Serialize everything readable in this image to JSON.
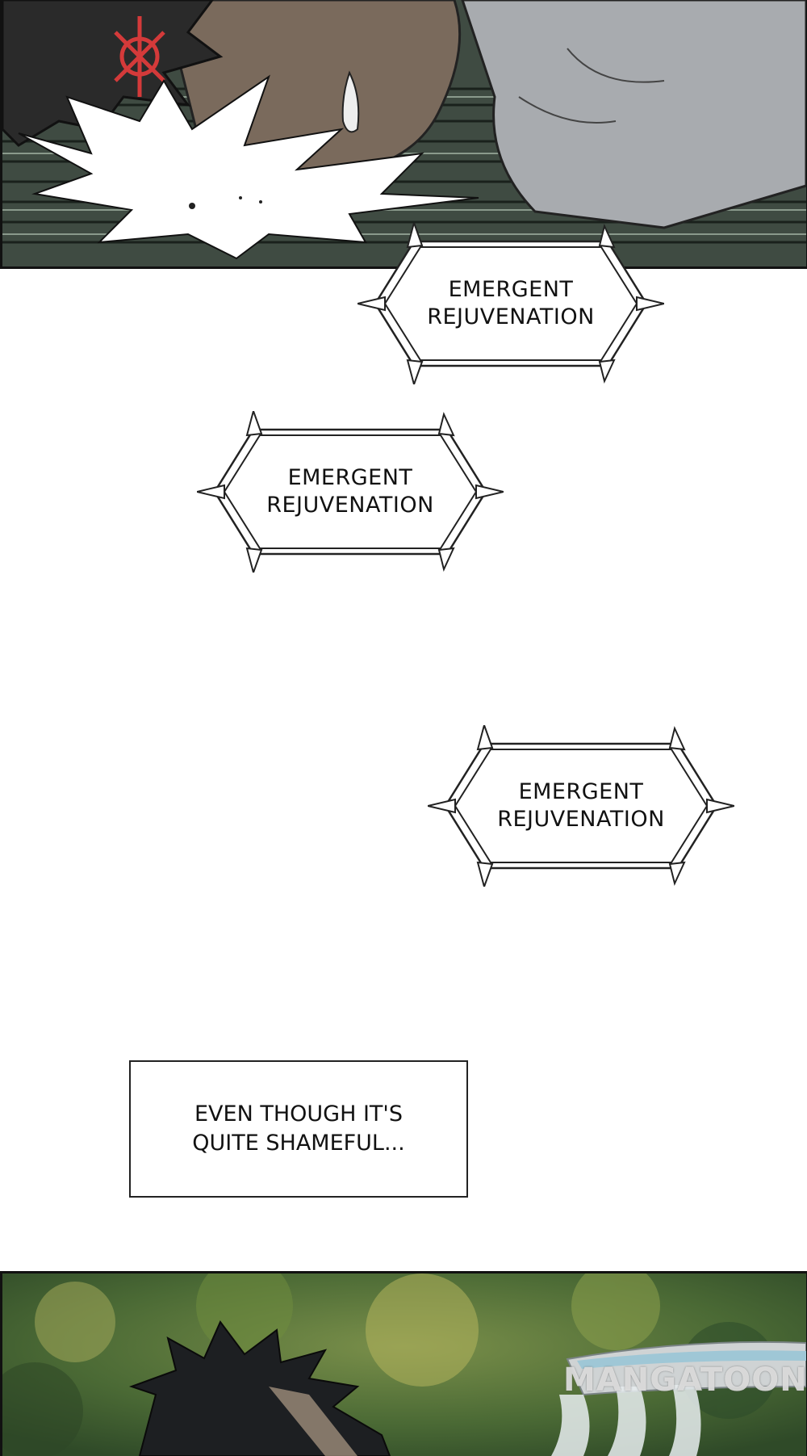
{
  "bubbles": [
    {
      "text": "EMERGENT\nREJUVENATION"
    },
    {
      "text": "EMERGENT\nREJUVENATION"
    },
    {
      "text": "EMERGENT\nREJUVENATION"
    }
  ],
  "caption": {
    "text": "EVEN THOUGH IT'S\nQUITE SHAMEFUL..."
  },
  "watermark": {
    "text": "MANGATOON"
  }
}
